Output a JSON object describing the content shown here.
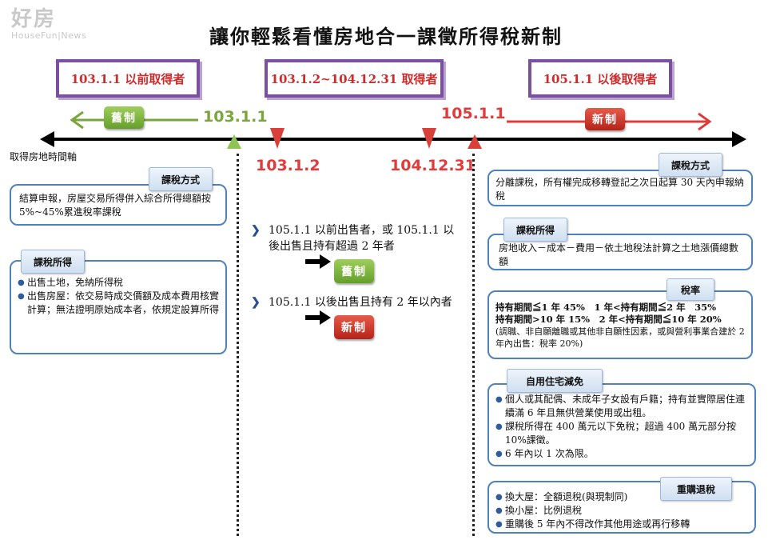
{
  "watermark": {
    "main": "好房",
    "sub": "HouseFun|News"
  },
  "title": "讓你輕鬆看懂房地合一課徵所得稅新制",
  "periods": [
    {
      "label": "103.1.1 以前取得者"
    },
    {
      "label": "103.1.2~104.12.31 取得者"
    },
    {
      "label": "105.1.1 以後取得者"
    }
  ],
  "timeline": {
    "axis_label": "取得房地時間軸",
    "dates": {
      "d1": "103.1.1",
      "d2": "103.1.2",
      "d3": "104.12.31",
      "d4": "105.1.1"
    },
    "old_system": "舊制",
    "new_system": "新制"
  },
  "left": {
    "method_tag": "課稅方式",
    "method_text": "結算申報，房屋交易所得併入綜合所得總額按 5%~45%累進稅率課稅",
    "income_tag": "課稅所得",
    "income_items": [
      "出售土地，免納所得稅",
      "出售房屋：依交易時成交價額及成本費用核實計算；無法證明原始成本者，依規定設算所得"
    ]
  },
  "middle": {
    "rule1": "105.1.1 以前出售者，或 105.1.1 以後出售且持有超過 2 年者",
    "rule1_result": "舊制",
    "rule2": "105.1.1 以後出售且持有 2 年以內者",
    "rule2_result": "新制"
  },
  "right": {
    "method_tag": "課稅方式",
    "method_text": "分離課稅，所有權完成移轉登記之次日起算 30 天內申報納稅",
    "income_tag": "課稅所得",
    "income_text": "房地收入－成本－費用－依土地稅法計算之土地漲價總數額",
    "rate_tag": "稅率",
    "rate_line1": "持有期間≦1 年 45%　1 年<持有期間≦2 年　35%",
    "rate_line2": "持有期間>10 年 15%　2 年<持有期間≦10 年 20%",
    "rate_note": "(調職、非自願離職或其他非自願性因素，或與營利事業合建於 2 年內出售：稅率 20%)",
    "self_tag": "自用住宅減免",
    "self_items": [
      "個人或其配偶、未成年子女設有戶籍；持有並實際居住連續滿 6 年且無供營業使用或出租。",
      "課稅所得在 400 萬元以下免稅；超過 400 萬元部分按 10%課徵。",
      "6 年內以 1 次為限。"
    ],
    "repurchase_tag": "重購退稅",
    "repurchase_items": [
      "換大屋：全額退稅(與現制同)",
      "換小屋：比例退稅",
      "重購後 5 年內不得改作其他用途或再行移轉"
    ]
  },
  "colors": {
    "purple": "#7b4fa3",
    "red": "#e03c3c",
    "green": "#7aa63c",
    "blue": "#4f81bd"
  }
}
